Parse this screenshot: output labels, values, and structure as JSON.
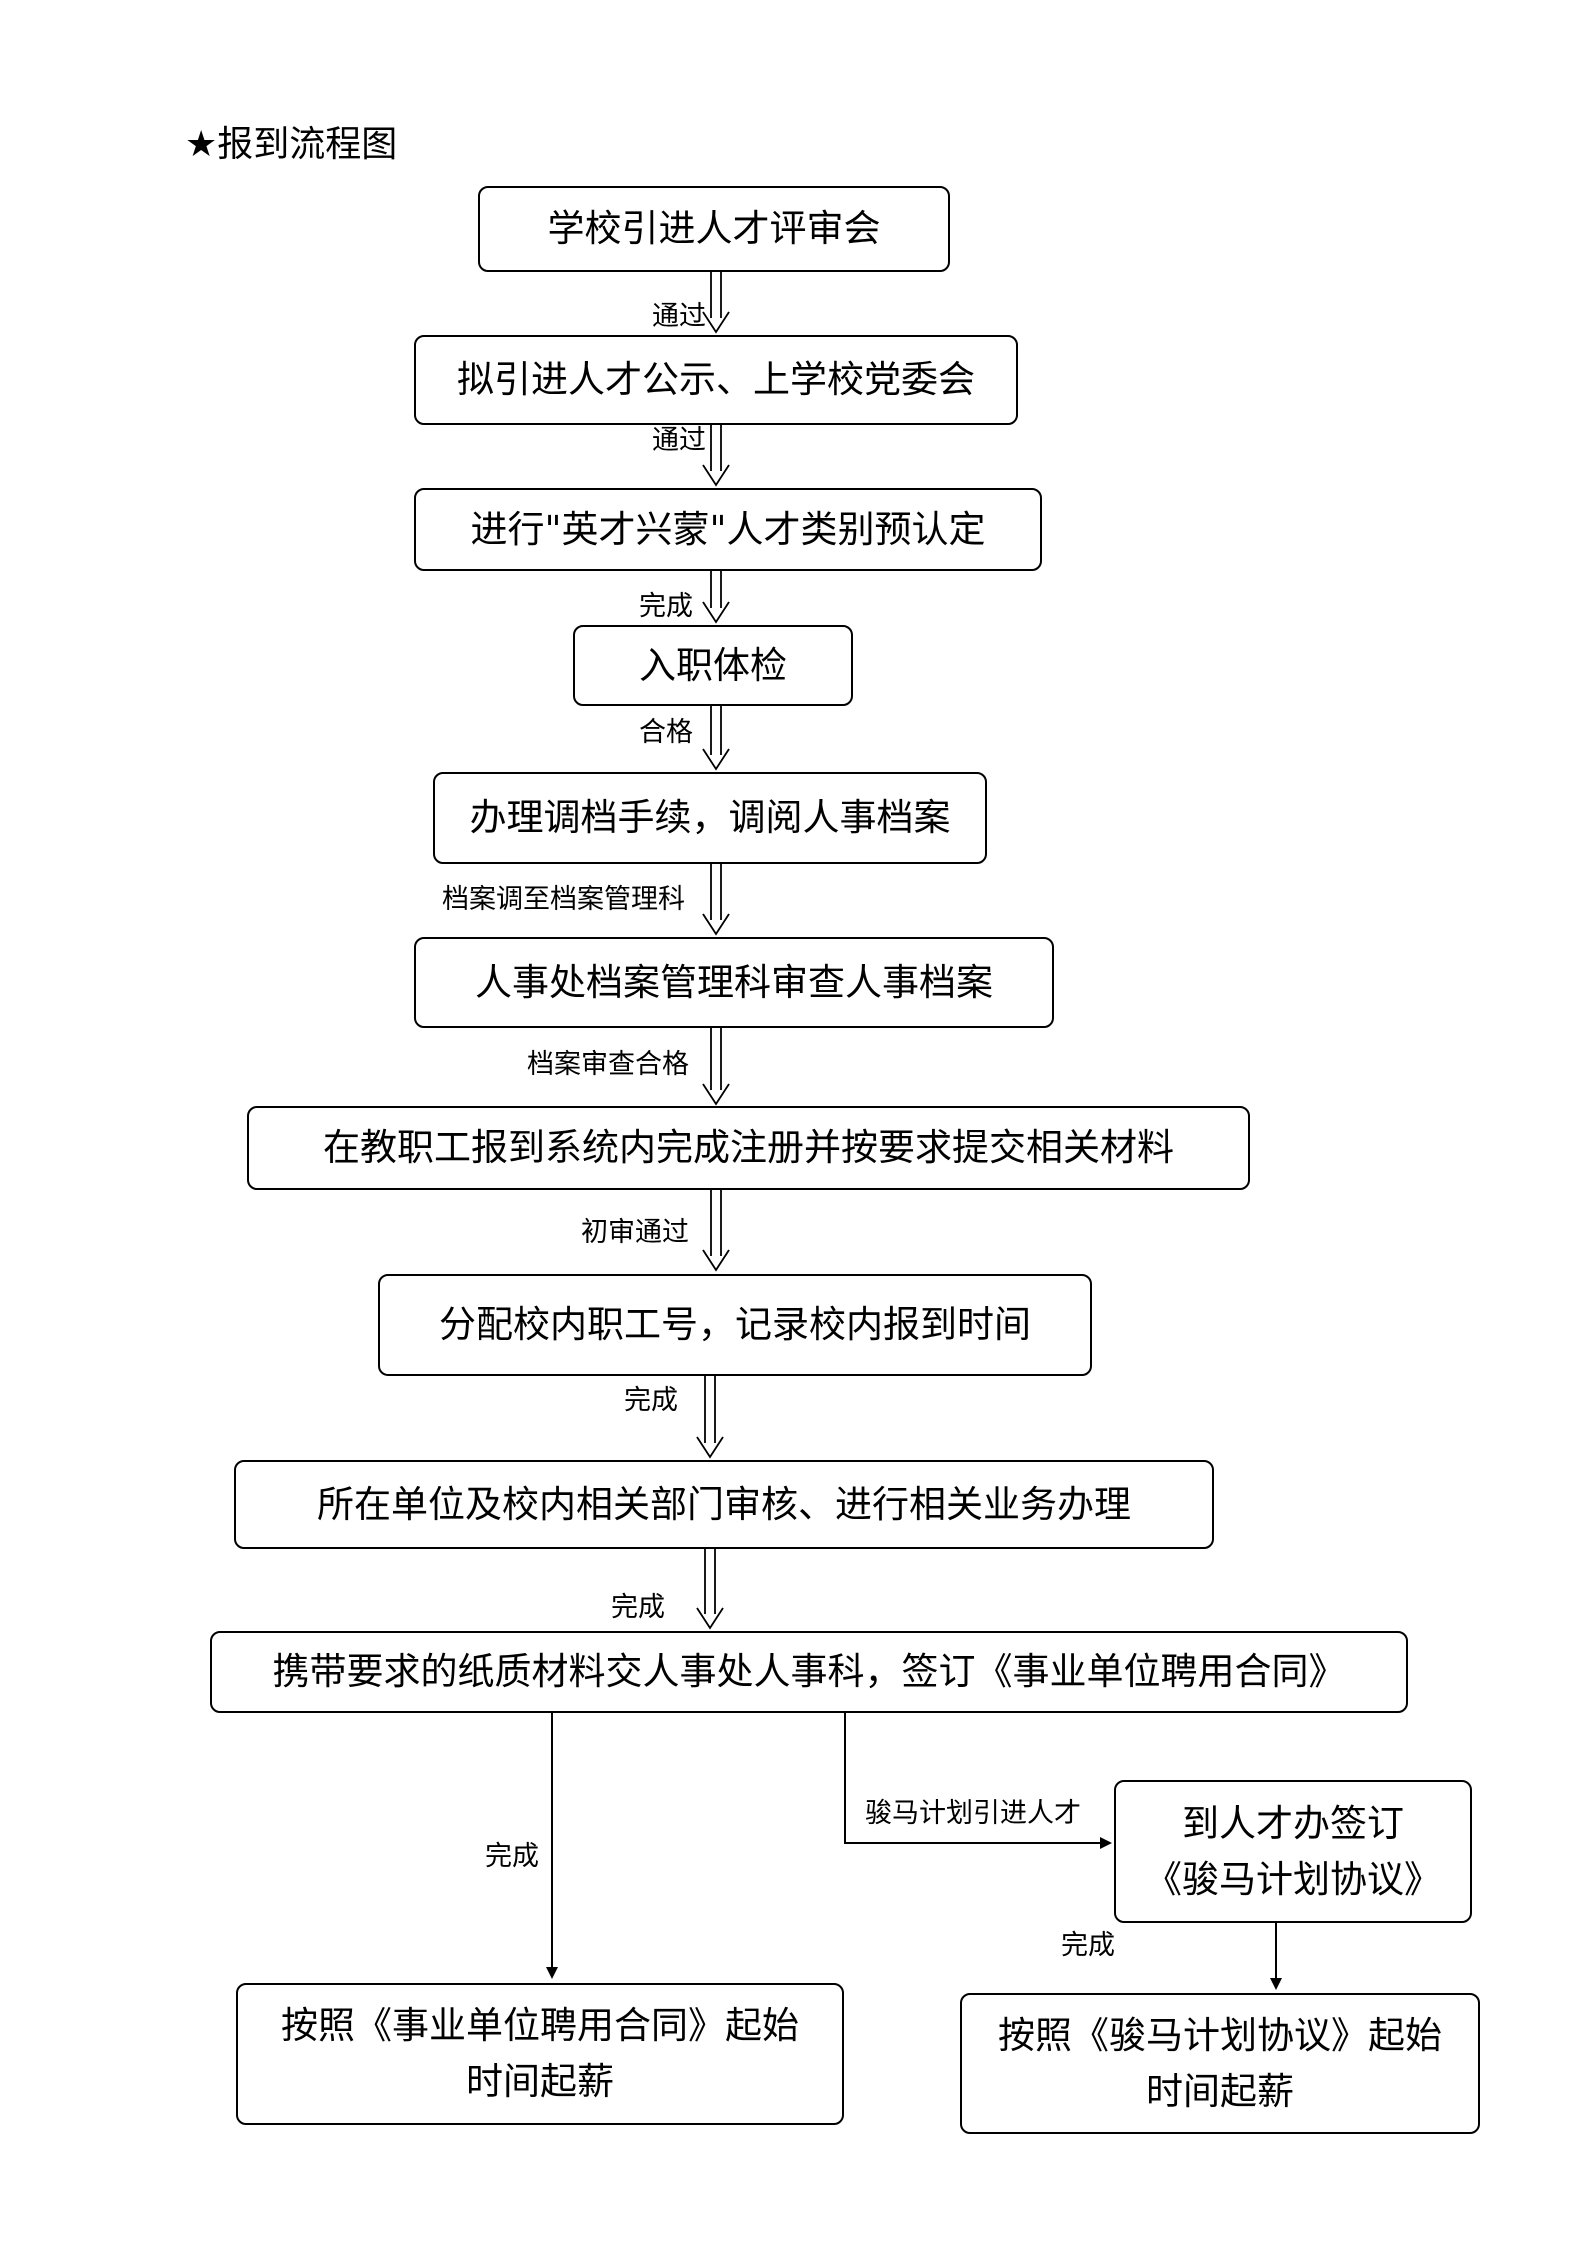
{
  "title": "★报到流程图",
  "steps": [
    "学校引进人才评审会",
    "拟引进人才公示、上学校党委会",
    "进行\"英才兴蒙\"人才类别预认定",
    "入职体检",
    "办理调档手续，调阅人事档案",
    "人事处档案管理科审查人事档案",
    "在教职工报到系统内完成注册并按要求提交相关材料",
    "分配校内职工号，记录校内报到时间",
    "所在单位及校内相关部门审核、进行相关业务办理",
    "携带要求的纸质材料交人事处人事科，签订《事业单位聘用合同》"
  ],
  "transitions": [
    "通过",
    "通过",
    "完成",
    "合格",
    "档案调至档案管理科",
    "档案审查合格",
    "初审通过",
    "完成",
    "完成"
  ],
  "branch_left": {
    "label": "完成",
    "end_line1": "按照《事业单位聘用合同》起始",
    "end_line2": "时间起薪"
  },
  "branch_right": {
    "label": "骏马计划引进人才",
    "step_line1": "到人才办签订",
    "step_line2": "《骏马计划协议》",
    "done_label": "完成",
    "end_line1": "按照《骏马计划协议》起始",
    "end_line2": "时间起薪"
  }
}
